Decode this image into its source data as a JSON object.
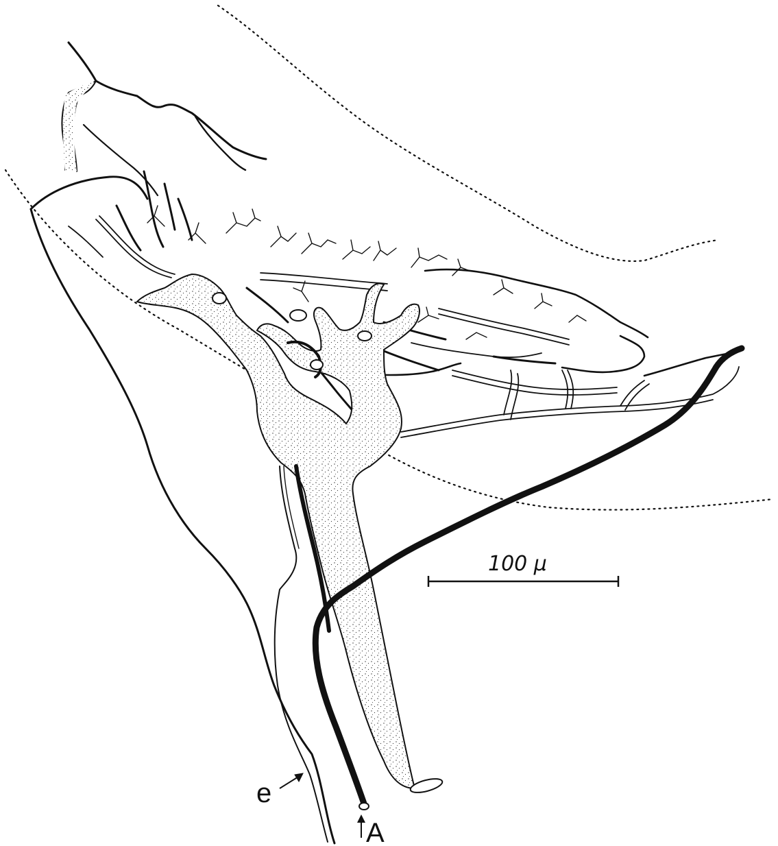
{
  "scale_bar": {
    "label": "100 μ"
  },
  "labels": {
    "e": "e",
    "A": "A"
  },
  "colors": {
    "ink": "#111111",
    "paper": "#ffffff",
    "stipple": "#333333"
  }
}
